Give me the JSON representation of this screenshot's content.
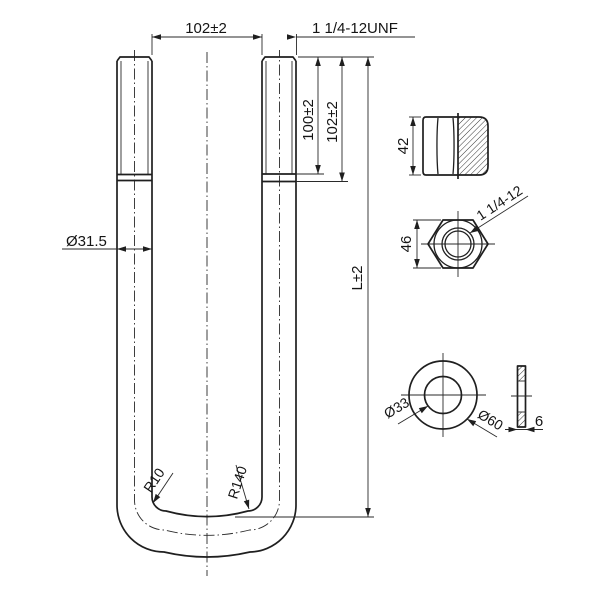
{
  "background": "#ffffff",
  "line_color": "#1f1f1f",
  "u_bolt": {
    "inside_width": "102±2",
    "thread_spec": "1 1/4-12UNF",
    "thread_length": "100±2",
    "thread_length_outer": "102±2",
    "leg_length": "L±2",
    "rod_diameter": "Ø31.5",
    "inner_corner_radius": "R10",
    "bend_radius": "R140"
  },
  "nut_side": {
    "width": "42"
  },
  "nut_front": {
    "across_flats": "46",
    "thread_spec": "1 1/4-12"
  },
  "washer": {
    "hole_diameter": "Ø33",
    "outer_diameter": "Ø60",
    "thickness": "6"
  }
}
